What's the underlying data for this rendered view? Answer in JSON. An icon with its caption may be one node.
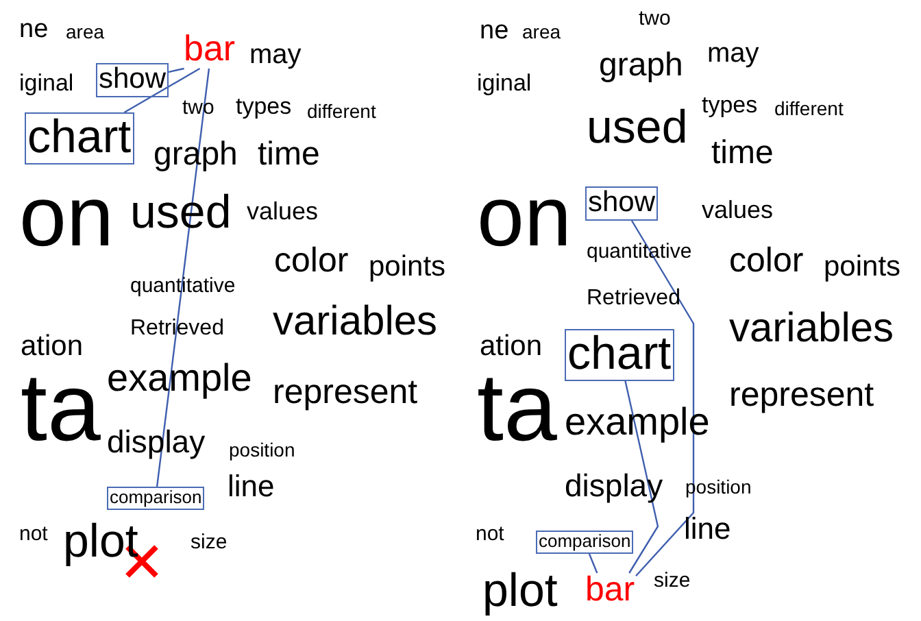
{
  "diagram": {
    "nodes": [
      {
        "text": [
          "bar"
        ]
      },
      {
        "text": [
          "show"
        ]
      },
      {
        "text": [
          "chart"
        ]
      },
      {
        "text": [
          "comparison"
        ]
      },
      {
        "text": [
          "bar"
        ]
      },
      {
        "text": [
          "show"
        ]
      },
      {
        "text": [
          "chart"
        ]
      },
      {
        "text": [
          "comparison"
        ]
      }
    ],
    "edges": [
      {
        "from": 0,
        "to": 1,
        "arrow": "none"
      },
      {
        "from": 0,
        "to": 2,
        "arrow": "none"
      },
      {
        "from": 0,
        "to": 3,
        "arrow": "none"
      },
      {
        "from": 4,
        "to": 5,
        "arrow": "none"
      },
      {
        "from": 4,
        "to": 6,
        "arrow": "none"
      },
      {
        "from": 4,
        "to": 7,
        "arrow": "none"
      }
    ],
    "labels": [
      "ne",
      "area",
      "may",
      "iginal",
      "two",
      "types",
      "different",
      "graph",
      "time",
      "on",
      "used",
      "values",
      "color",
      "points",
      "quantitative",
      "Retrieved",
      "variables",
      "ation",
      "ta",
      "example",
      "represent",
      "display",
      "position",
      "line",
      "not",
      "plot",
      "size",
      "two",
      "ne",
      "area",
      "graph",
      "may",
      "iginal",
      "types",
      "different",
      "used",
      "time",
      "values",
      "on",
      "quantitative",
      "color",
      "points",
      "Retrieved",
      "variables",
      "ation",
      "ta",
      "represent",
      "example",
      "display",
      "position",
      "line",
      "not",
      "size",
      "plot"
    ]
  }
}
